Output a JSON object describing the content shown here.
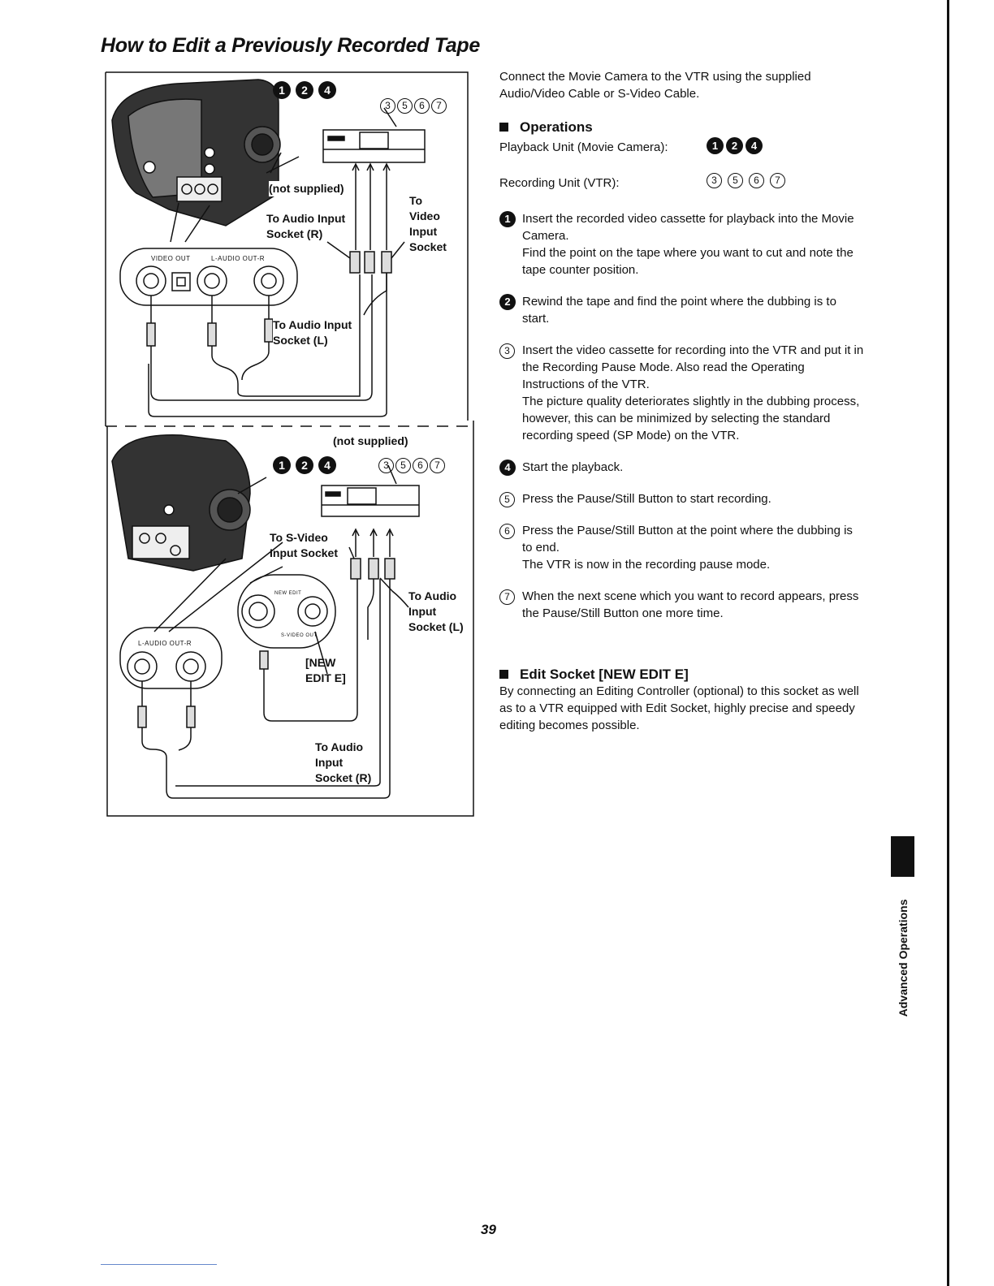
{
  "title": "How to Edit a Previously Recorded Tape",
  "side_tab_label": "Advanced Operations",
  "page_number": "39",
  "figure": {
    "top": {
      "playback_markers": [
        "1",
        "2",
        "4"
      ],
      "recording_markers": [
        "3",
        "5",
        "6",
        "7"
      ],
      "not_supplied": "(not supplied)",
      "audio_input_r_line1": "To Audio Input",
      "audio_input_r_line2": "Socket (R)",
      "video_input_line1": "To",
      "video_input_line2": "Video",
      "video_input_line3": "Input",
      "video_input_line4": "Socket",
      "jack_panel_label1": "VIDEO OUT",
      "jack_panel_label2": "L-AUDIO OUT-R",
      "audio_input_l_line1": "To Audio Input",
      "audio_input_l_line2": "Socket (L)"
    },
    "bottom": {
      "not_supplied": "(not supplied)",
      "playback_markers": [
        "1",
        "2",
        "4"
      ],
      "recording_markers": [
        "3",
        "5",
        "6",
        "7"
      ],
      "svideo_line1": "To S-Video",
      "svideo_line2": "Input Socket",
      "new_edit_small": "NEW EDIT",
      "svideo_out_small": "S-VIDEO OUT",
      "audio_input_l_line1": "To Audio",
      "audio_input_l_line2": "Input",
      "audio_input_l_line3": "Socket (L)",
      "jack_panel_label": "L-AUDIO OUT-R",
      "new_edit_line1": "[NEW",
      "new_edit_line2": "EDIT E]",
      "audio_input_r_line1": "To Audio",
      "audio_input_r_line2": "Input",
      "audio_input_r_line3": "Socket (R)"
    }
  },
  "text": {
    "intro": "Connect the Movie Camera to the VTR using the supplied Audio/Video Cable or S-Video Cable.",
    "operations_heading": "Operations",
    "playback_unit_label": "Playback Unit (Movie Camera):",
    "recording_unit_label": "Recording Unit (VTR):",
    "playback_markers": [
      "1",
      "2",
      "4"
    ],
    "recording_markers": [
      "3",
      "5",
      "6",
      "7"
    ],
    "steps": [
      {
        "marker": "1",
        "style": "filled",
        "lines": [
          "Insert the recorded video cassette for playback into the Movie Camera.",
          "Find the point on the tape where you want to cut and note the tape counter position."
        ]
      },
      {
        "marker": "2",
        "style": "filled",
        "lines": [
          "Rewind the tape and find the point where the dubbing is to start."
        ]
      },
      {
        "marker": "3",
        "style": "ring",
        "lines": [
          "Insert the video cassette for recording into the VTR and put it in the Recording Pause Mode. Also read the Operating Instructions of the VTR.",
          "The picture quality deteriorates slightly in the dubbing process, however, this can be minimized by selecting the standard recording speed (SP Mode) on the VTR."
        ]
      },
      {
        "marker": "4",
        "style": "filled",
        "lines": [
          "Start the playback."
        ]
      },
      {
        "marker": "5",
        "style": "ring",
        "lines": [
          "Press the Pause/Still Button to start recording."
        ]
      },
      {
        "marker": "6",
        "style": "ring",
        "lines": [
          "Press the Pause/Still Button at the point where the dubbing is to end.",
          "The VTR is now in the recording pause mode."
        ]
      },
      {
        "marker": "7",
        "style": "ring",
        "lines": [
          "When the next scene which you want to record appears, press the Pause/Still Button one more time."
        ]
      }
    ],
    "edit_heading": "Edit Socket [NEW EDIT E]",
    "edit_body": "By connecting an Editing Controller (optional) to this socket as well as to a VTR equipped with Edit Socket, highly precise and speedy editing becomes possible."
  }
}
